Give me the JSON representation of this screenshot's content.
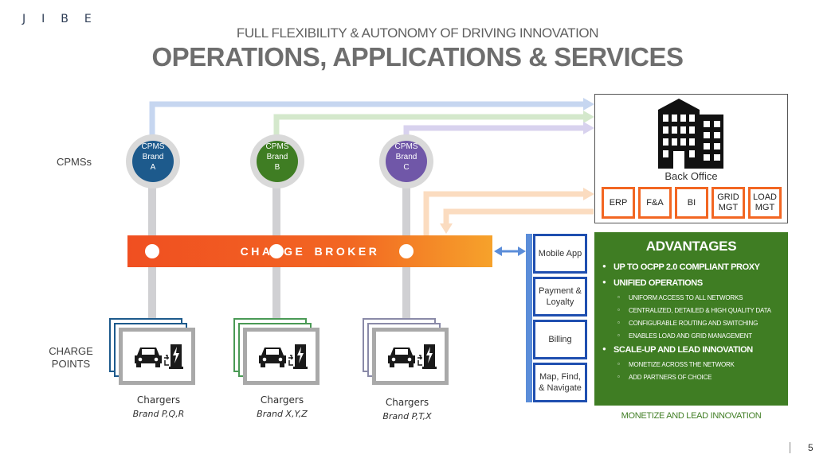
{
  "brand": {
    "logo": "JIBE"
  },
  "header": {
    "subtitle": "FULL FLEXIBILITY & AUTONOMY OF DRIVING INNOVATION",
    "title": "OPERATIONS, APPLICATIONS & SERVICES"
  },
  "rows": {
    "cpms_label": "CPMSs",
    "charge_points_label_line1": "CHARGE",
    "charge_points_label_line2": "POINTS"
  },
  "cpms": [
    {
      "line1": "CPMS",
      "line2": "Brand",
      "line3": "A",
      "color": "#1d5a8c"
    },
    {
      "line1": "CPMS",
      "line2": "Brand",
      "line3": "B",
      "color": "#3f7d23"
    },
    {
      "line1": "CPMS",
      "line2": "Brand",
      "line3": "C",
      "color": "#7057a8"
    }
  ],
  "broker": {
    "label": "CHARGE  BROKER"
  },
  "chargers": [
    {
      "name": "Chargers",
      "brands": "Brand P,Q,R",
      "border": "#1d5a8c"
    },
    {
      "name": "Chargers",
      "brands": "Brand X,Y,Z",
      "border": "#4a9a55"
    },
    {
      "name": "Chargers",
      "brands": "Brand P,T,X",
      "border": "#8a8aa8"
    }
  ],
  "back_office": {
    "label": "Back Office",
    "modules": [
      "ERP",
      "F&A",
      "BI",
      "GRID MGT",
      "LOAD MGT"
    ]
  },
  "apps": [
    "Mobile App",
    "Payment & Loyalty",
    "Billing",
    "Map, Find, & Navigate"
  ],
  "advantages": {
    "title": "ADVANTAGES",
    "bullets": [
      {
        "text": "UP TO OCPP 2.0 COMPLIANT PROXY",
        "subs": []
      },
      {
        "text": "UNIFIED OPERATIONS",
        "subs": [
          "UNIFORM ACCESS TO ALL NETWORKS",
          "CENTRALIZED, DETAILED & HIGH QUALITY DATA",
          "CONFIGURABLE ROUTING AND SWITCHING",
          "ENABLES LOAD AND GRID MANAGEMENT"
        ]
      },
      {
        "text": "SCALE-UP AND LEAD INNOVATION",
        "subs": [
          "MONETIZE ACROSS THE NETWORK",
          "ADD PARTNERS OF CHOICE"
        ]
      }
    ],
    "tagline": "MONETIZE AND LEAD INNOVATION"
  },
  "colors": {
    "flow_blue": "#c6d6f0",
    "flow_green": "#d4e8cc",
    "flow_purple": "#d8d2ee",
    "flow_orange": "#fbdcc0",
    "accent_orange": "#f26622",
    "accent_green": "#3f7d23",
    "app_blue": "#1f4fb0"
  },
  "footer": {
    "page": "5"
  }
}
